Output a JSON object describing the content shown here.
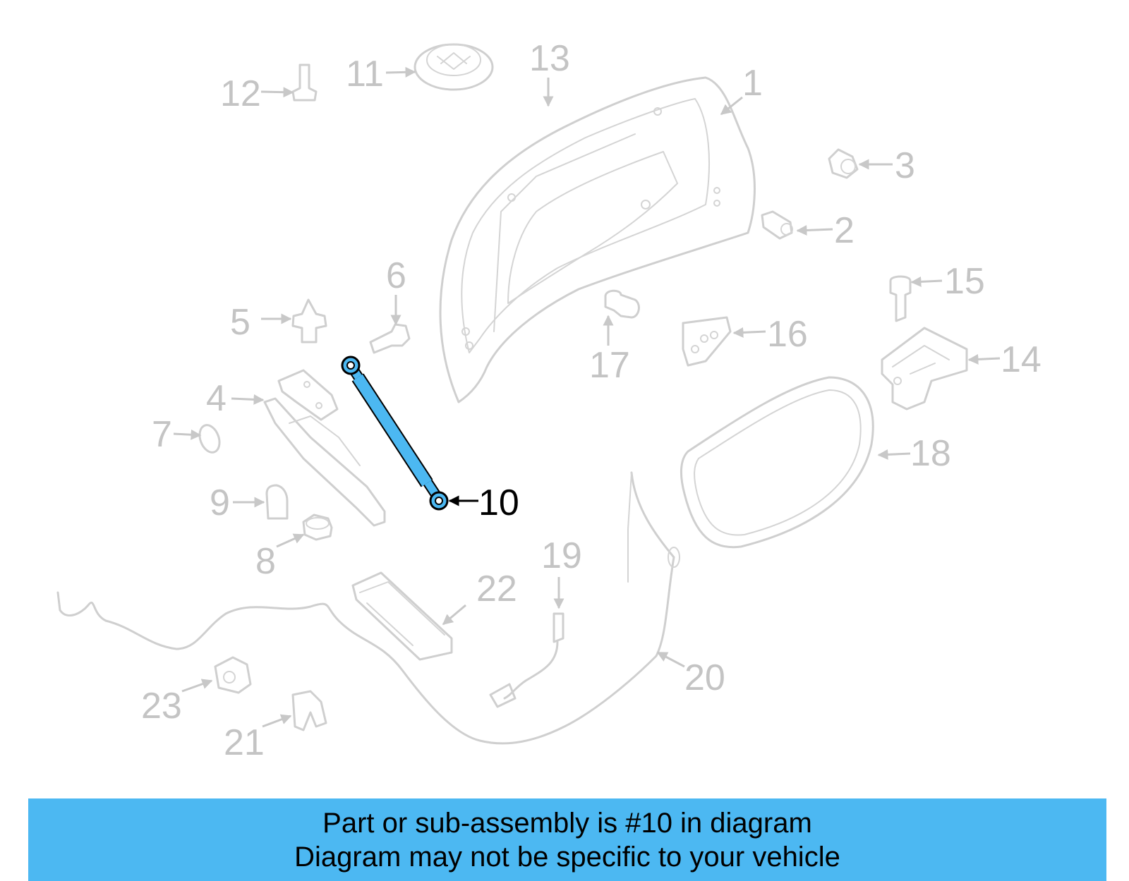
{
  "callouts": [
    "1",
    "2",
    "3",
    "4",
    "5",
    "6",
    "7",
    "8",
    "9",
    "10",
    "11",
    "12",
    "13",
    "14",
    "15",
    "16",
    "17",
    "18",
    "19",
    "20",
    "21",
    "22",
    "23"
  ],
  "highlighted_part": "10",
  "colors": {
    "highlight_fill": "#4cb8f2",
    "banner_background": "#4cb8f2",
    "part_stroke": "#cfcfcf",
    "callout_text": "#c4c4c4"
  },
  "banner": {
    "line1": "Part or sub-assembly is #10 in diagram",
    "line2": "Diagram may not be specific to your vehicle"
  }
}
